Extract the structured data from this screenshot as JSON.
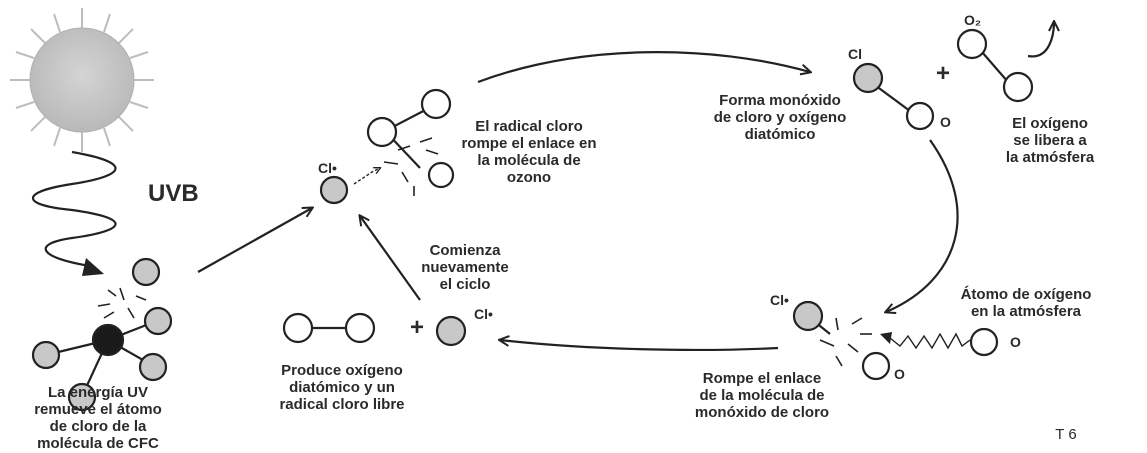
{
  "labels": {
    "uvb": "UVB",
    "cfc_caption": "La energía UV\nremueve el átomo\nde cloro de la\nmolécula de CFC",
    "radical_breaks": "El radical cloro\nrompe el enlace en\nla molécula de\nozono",
    "forms_monoxide": "Forma monóxido\nde cloro y oxígeno\ndiatómico",
    "oxygen_released": "El oxígeno\nse libera a\nla atmósfera",
    "oxygen_atom": "Átomo de oxígeno\nen la atmósfera",
    "breaks_monoxide": "Rompe el enlace\nde la molécula de\nmonóxido de cloro",
    "produces_oxygen": "Produce oxígeno\ndiatómico y un\nradical cloro libre",
    "restart": "Comienza\nnuevamente\nel ciclo",
    "figure_id": "T 6"
  },
  "symbols": {
    "cl_radical": "Cl•",
    "cl": "Cl",
    "o": "O",
    "o2": "O₂",
    "plus": "+"
  },
  "colors": {
    "atom_fill": "#c8c8c8",
    "line": "#222222",
    "sun_fill": "#c9c9c9",
    "carbon_fill": "#1a1a1a"
  }
}
